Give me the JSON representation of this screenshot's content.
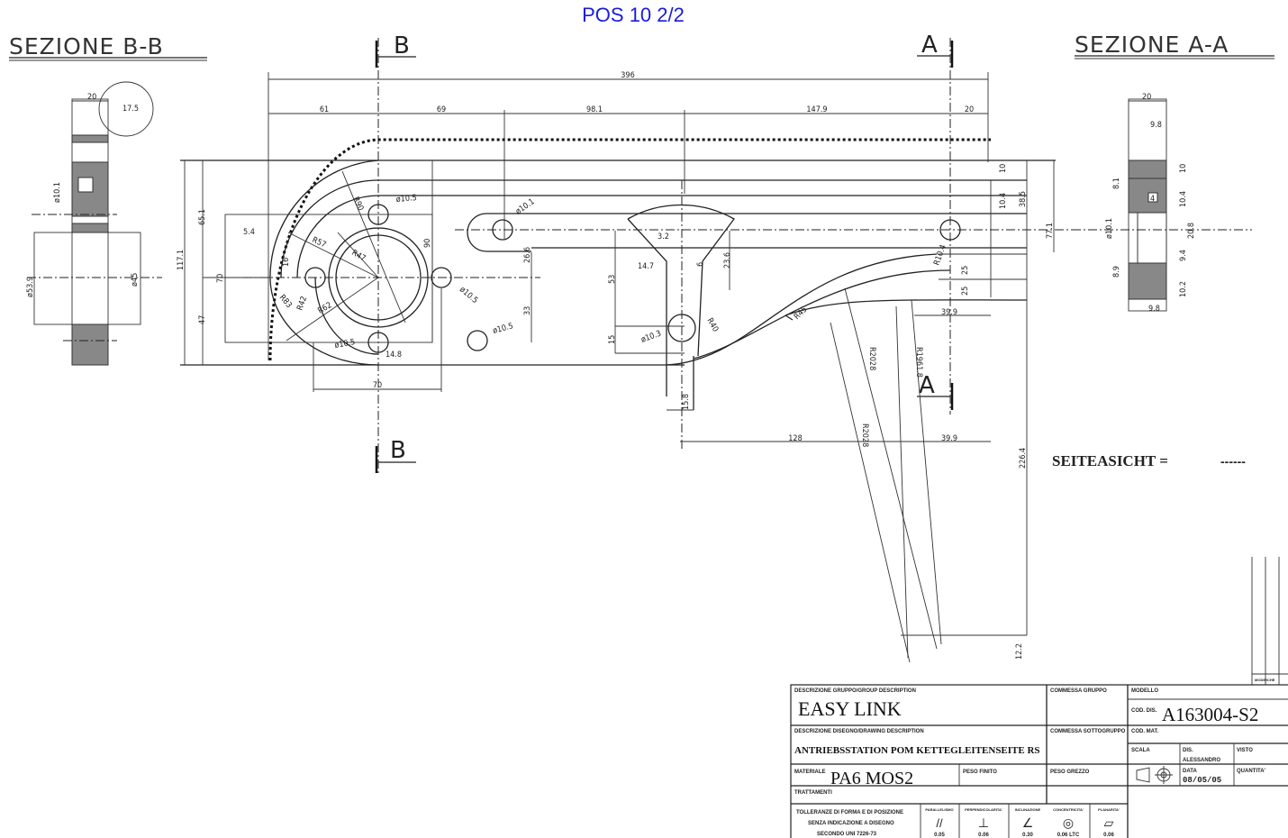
{
  "header": {
    "title": "POS 10 2/2"
  },
  "sections": {
    "bb": "SEZIONE  B-B",
    "aa": "SEZIONE  A-A",
    "b_label": "B",
    "a_label": "A"
  },
  "side_view": {
    "label": "SEITEASICHT  =",
    "marker": "------"
  },
  "dimensions": {
    "total_length": "396",
    "d61": "61",
    "d69": "69",
    "d98": "98.1",
    "d147": "147.9",
    "d20": "20",
    "h117": "117.1",
    "h65": "65.1",
    "h47": "47",
    "h70": "70",
    "r90": "R90",
    "r57": "R57",
    "r47": "R47",
    "r62": "R62",
    "r83": "R83",
    "r42": "R42",
    "d10_5a": "ø10.5",
    "d10_5b": "ø10.5",
    "d10_5c": "ø10.5",
    "d10_5d": "ø10.5",
    "d10_1": "ø10.1",
    "d10_3": "ø10.3",
    "d90": "90",
    "d26_6": "26.6",
    "d33": "33",
    "w70": "70",
    "d14_8": "14.8",
    "d5_4": "5.4",
    "d16": "16",
    "d3_2": "3.2",
    "d14_7": "14.7",
    "d6": "6",
    "d23_6": "23.6",
    "d53": "53",
    "d15": "15",
    "d15_8": "15.8",
    "r40": "R40",
    "r45": "R45",
    "d128": "128",
    "d39_9a": "39.9",
    "d39_9b": "39.9",
    "d10": "10",
    "d10_4": "10.4",
    "d38_5": "38.5",
    "d77_1": "77.1",
    "d25a": "25",
    "d25b": "25",
    "r10_4": "R10.4",
    "d226_4": "226.4",
    "d12_2": "12.2",
    "r2028": "R2028",
    "r1961": "R1961.8",
    "r2028b": "R2028",
    "bb_20": "20",
    "bb_17_5": "17.5",
    "bb_d10_1": "ø10.1",
    "bb_d53": "ø53.9",
    "bb_d45": "ø45",
    "aa_20": "20",
    "aa_9_8": "9.8",
    "aa_10": "10",
    "aa_10_4": "10.4",
    "aa_8_1": "8.1",
    "aa_d10_1": "ø10.1",
    "aa_20_8": "20.8",
    "aa_9_4": "9.4",
    "aa_8_9": "8.9",
    "aa_10_2": "10.2",
    "aa_9_8b": "9.8",
    "aa_4": "4"
  },
  "title_block": {
    "group_desc_label": "DESCRIZIONE GRUPPO/GROUP DESCRIPTION",
    "group_desc": "EASY  LINK",
    "commessa_gruppo": "COMMESSA GRUPPO",
    "modello": "MODELLO",
    "cod_dis_label": "COD. DIS.",
    "cod_dis": "A163004-S2",
    "drawing_desc_label": "DESCRIZIONE DISEGNO/DRAWING DESCRIPTION",
    "drawing_desc": "ANTRIEBSSTATION POM KETTEGLEITENSEITE RS",
    "commessa_sottogruppo": "COMMESSA SOTTOGRUPPO",
    "cod_mat": "COD. MAT.",
    "scala": "SCALA",
    "dis_label": "DIS.",
    "dis_name": "ALESSANDRO",
    "visto": "VISTO",
    "materiale_label": "MATERIALE",
    "materiale": "PA6  MOS2",
    "peso_finito": "PESO FINITO",
    "peso_grezzo": "PESO GREZZO",
    "data_label": "DATA",
    "data": "08/05/05",
    "quantita": "QUANTITA'",
    "trattamenti": "TRATTAMENTI",
    "tolerance_lines": [
      "TOLLERANZE DI FORMA E DI POSIZIONE",
      "SENZA INDICAZIONE A DISEGNO",
      "SECONDO UNI 7226-73"
    ],
    "tolerances": [
      {
        "name": "PARALLELISMO",
        "symbol": "//",
        "value": "0.05"
      },
      {
        "name": "PERPENDICOLARITA'",
        "symbol": "⊥",
        "value": "0.06"
      },
      {
        "name": "INCLINAZIONE",
        "symbol": "∠",
        "value": "0.30"
      },
      {
        "name": "CONCENTRICITA'",
        "symbol": "◎",
        "value": "0.06 LTC"
      },
      {
        "name": "PLANARITA'",
        "symbol": "▱",
        "value": "0.06"
      }
    ],
    "modifiche": "MODIFICHE"
  }
}
